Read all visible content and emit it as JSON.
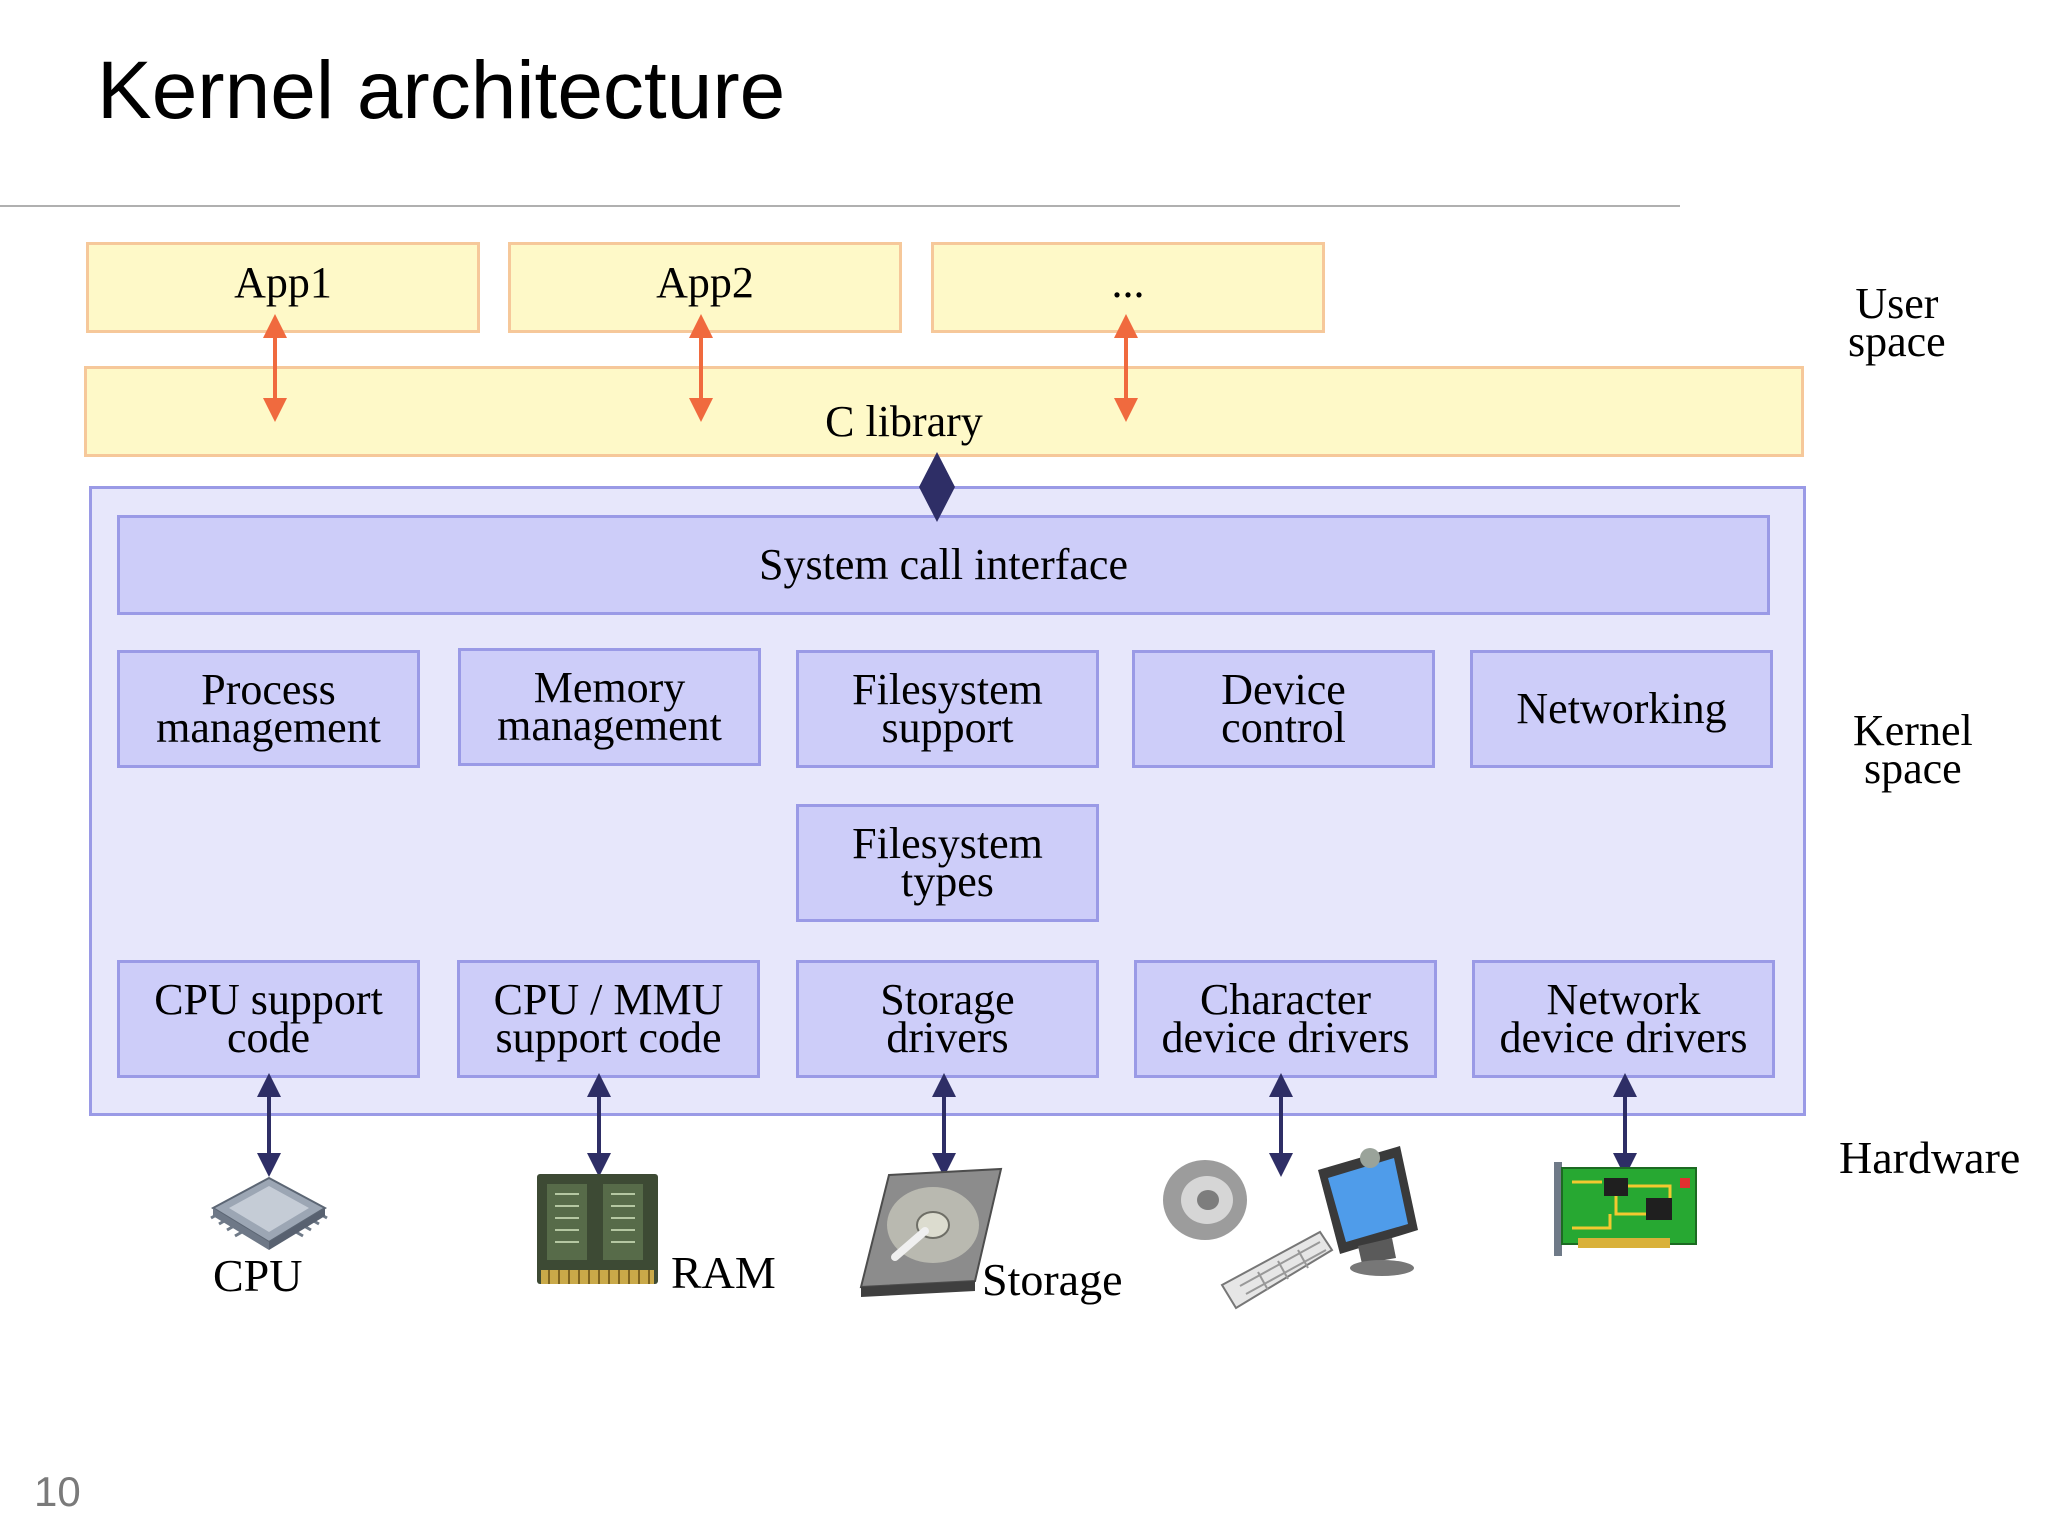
{
  "title": "Kernel architecture",
  "page_number": "10",
  "user_space": {
    "label": "User\nspace",
    "apps": [
      "App1",
      "App2",
      "..."
    ],
    "c_library": "C library"
  },
  "kernel_space": {
    "label": "Kernel\nspace",
    "system_call_interface": "System call interface",
    "subsystems": [
      "Process\nmanagement",
      "Memory\nmanagement",
      "Filesystem\nsupport",
      "Device\ncontrol",
      "Networking"
    ],
    "filesystem_types": "Filesystem\ntypes",
    "drivers": [
      "CPU support\ncode",
      "CPU / MMU\nsupport code",
      "Storage\ndrivers",
      "Character\ndevice drivers",
      "Network\ndevice drivers"
    ]
  },
  "hardware": {
    "label": "Hardware",
    "devices": [
      "CPU",
      "RAM",
      "Storage"
    ]
  },
  "colors": {
    "user_fill": "#fef9c8",
    "user_border": "#f6c89a",
    "kernel_fill": "#e7e7fb",
    "kernel_box": "#cdcdf9",
    "kernel_border": "#9a9ae6",
    "user_arrow": "#f06a3e",
    "kernel_arrow": "#2e2e66"
  }
}
